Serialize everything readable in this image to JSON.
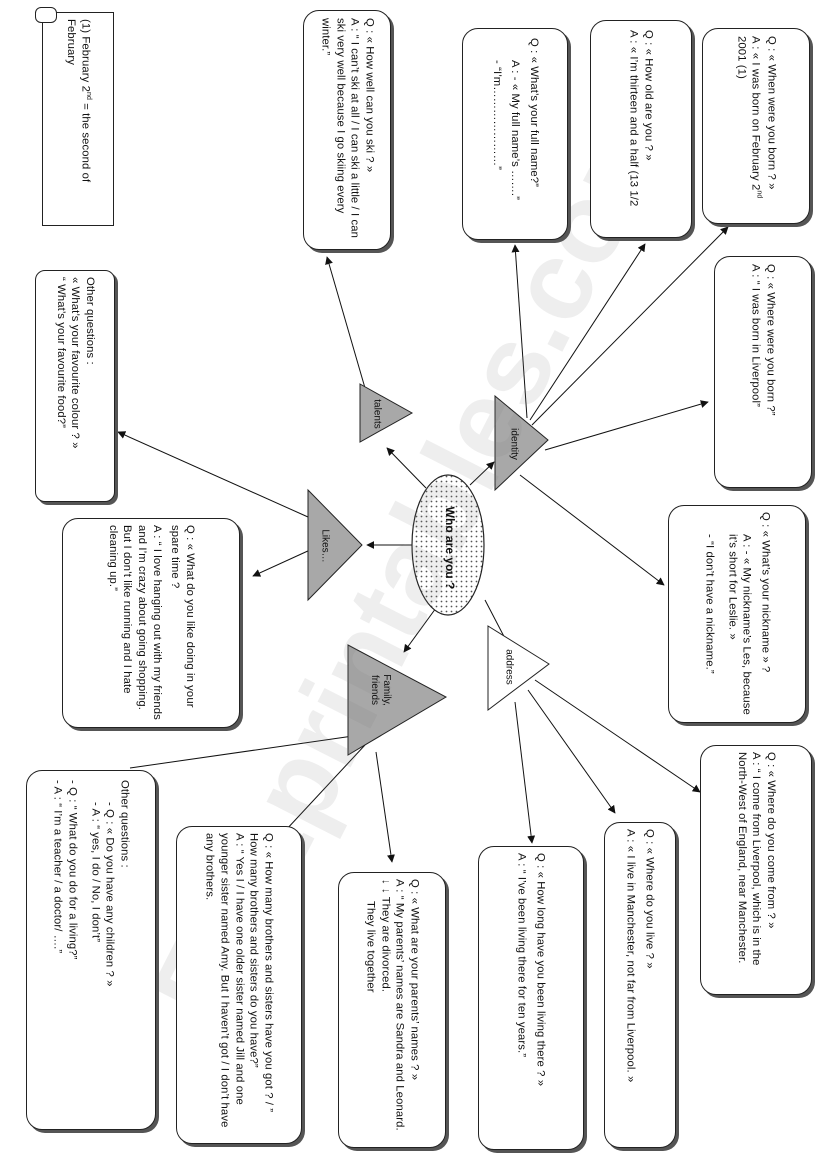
{
  "center": {
    "label": "Who are you ?"
  },
  "categories": {
    "talents": "talents",
    "identity": "identity",
    "likes": "Likes…",
    "address": "address",
    "family": "Family,\nfriends"
  },
  "watermark": "ESLprintables.com",
  "note": {
    "text_a": "(1) February 2",
    "sup": "nd",
    "text_b": " = the second of February"
  },
  "talents_box": {
    "q": "Q : « How well can you ski ? »",
    "a": "A : “ I can’t ski at all / I can ski a little / I can ski very well because I go skiing every winter.”"
  },
  "fullname_box": {
    "q": "Q : « What’s your full name?”",
    "a1": "A : -  « My full name’s …….”",
    "a2": "-      “I’m…………………”"
  },
  "age_box": {
    "q": "Q : « How old are you ? »",
    "a": "A : « I’m thirteen and a half (13 1/2"
  },
  "born_when_box": {
    "q": "Q : « When were you born ? »",
    "a_a": "A : « I was born on February 2",
    "sup": "nd",
    "a_b": " 2001 (1)"
  },
  "born_where_box": {
    "q": "Q : « Where were you born ?”",
    "a": "A : “ I was born in Liverpool”"
  },
  "nickname_box": {
    "q": "Q : « What’s your nickname » ?",
    "a1": "A : -  « My nickname’s Les, because it’s short for Leslie. »",
    "a2": "-      “I don’t have a nickname.”"
  },
  "other_questions_top": {
    "title": "Other questions :",
    "q1": "« What’s your favourite colour ? »",
    "q2": "“ What’s your favourite food?”"
  },
  "spare_time_box": {
    "q": "Q : « What do you like doing in your spare time ?",
    "a": "A : “ I love hanging out with my friends and I’m crazy about going shopping. But I don’t like running and I hate cleaning up.”"
  },
  "come_from_box": {
    "q": "Q : « Where do you come from ? »",
    "a": "A : “ I come from Liverpool, which is in the North-West of England, near Manchester."
  },
  "live_box": {
    "q": "Q : « Where do you live ? »",
    "a": "A : « I live in Manchester, not far from Liverpool. »"
  },
  "how_long_box": {
    "q": "Q : « How long have you been living there ? »",
    "a": "A : “ I’ve been living there for ten years.”"
  },
  "parents_box": {
    "q": "Q : « What are your parents’ names ? »",
    "a": "A : “ My parents’ names are Sandra and Leonard.",
    "arrows": "🠋 🠋",
    "n1": "They are divorced.",
    "n2": "They live together"
  },
  "siblings_box": {
    "q": "Q : « How many brothers and sisters have you got ? / ” How many brothers and sisters do you have?”",
    "a": "A : “ Yes I / I have one older sister named Jill and one younger sister named Amy. But I haven’t got / I don’t have any brothers."
  },
  "other_questions_bottom": {
    "title": "Other questions :",
    "q1": "-      Q : « Do you have any children ? »",
    "a1": "-      A : “ yes, I do / No, I don’t”",
    "q2": "-      Q : “ What do you do for a living?”",
    "a2": "-      A : “ I’m a teacher / a doctor/ ….”"
  },
  "colors": {
    "triangle_fill": "#a8a8a8",
    "triangle_light": "#ffffff",
    "stroke": "#222222",
    "box_shadow": "#555555"
  }
}
